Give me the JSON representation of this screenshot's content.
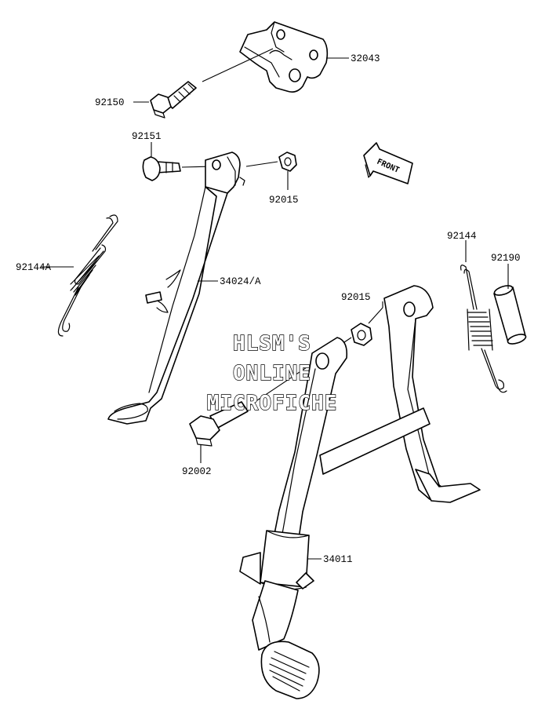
{
  "labels": {
    "p32043": "32043",
    "p92150": "92150",
    "p92151": "92151",
    "p92015a": "92015",
    "p92144a": "92144A",
    "p34024a": "34024/A",
    "p92144": "92144",
    "p92190": "92190",
    "p92015b": "92015",
    "p92002": "92002",
    "p34011": "34011"
  },
  "front_arrow": "FRONT",
  "watermark": {
    "line1": "HLSM'S",
    "line2": "ONLINE",
    "line3": "MICROFICHE"
  }
}
